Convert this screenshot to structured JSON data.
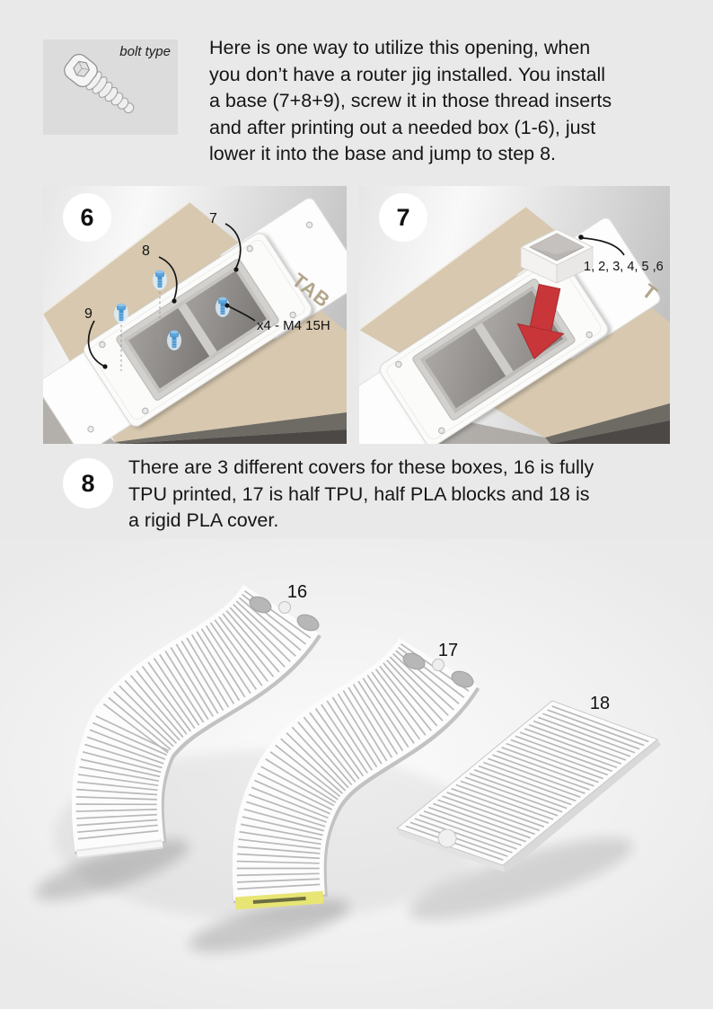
{
  "bolt_figure": {
    "caption": "bolt type"
  },
  "intro": {
    "lines": [
      "Here is one way to utilize this opening, when",
      "you don’t have a router jig installed. You install",
      "a base (7+8+9), screw it in those thread inserts",
      "and after printing out a needed box (1-6), just",
      "lower it into the base and jump to step 8."
    ]
  },
  "panel6": {
    "number": "6",
    "label_part7": "7",
    "label_part8": "8",
    "label_part9": "9",
    "label_screws": "x4 - M4 15H",
    "table_text": "TAB"
  },
  "panel7": {
    "number": "7",
    "label_boxes": "1, 2, 3, 4, 5 ,6",
    "table_text": "T"
  },
  "step8": {
    "number": "8",
    "lines": [
      "There are 3 different covers for these boxes, 16 is fully",
      "TPU printed, 17 is half TPU, half PLA blocks and 18 is",
      "a rigid PLA cover."
    ]
  },
  "covers": {
    "label_16": "16",
    "label_17": "17",
    "label_18": "18"
  },
  "colors": {
    "accent_red": "#c93639",
    "table_tan": "#d7c8af",
    "table_side": "#6e6a64",
    "screw_blue": "#4a94cf",
    "tpu_yellow": "#e8e574",
    "hole_grey": "#b7b7b7",
    "rib_grey": "#b9b9b9"
  }
}
